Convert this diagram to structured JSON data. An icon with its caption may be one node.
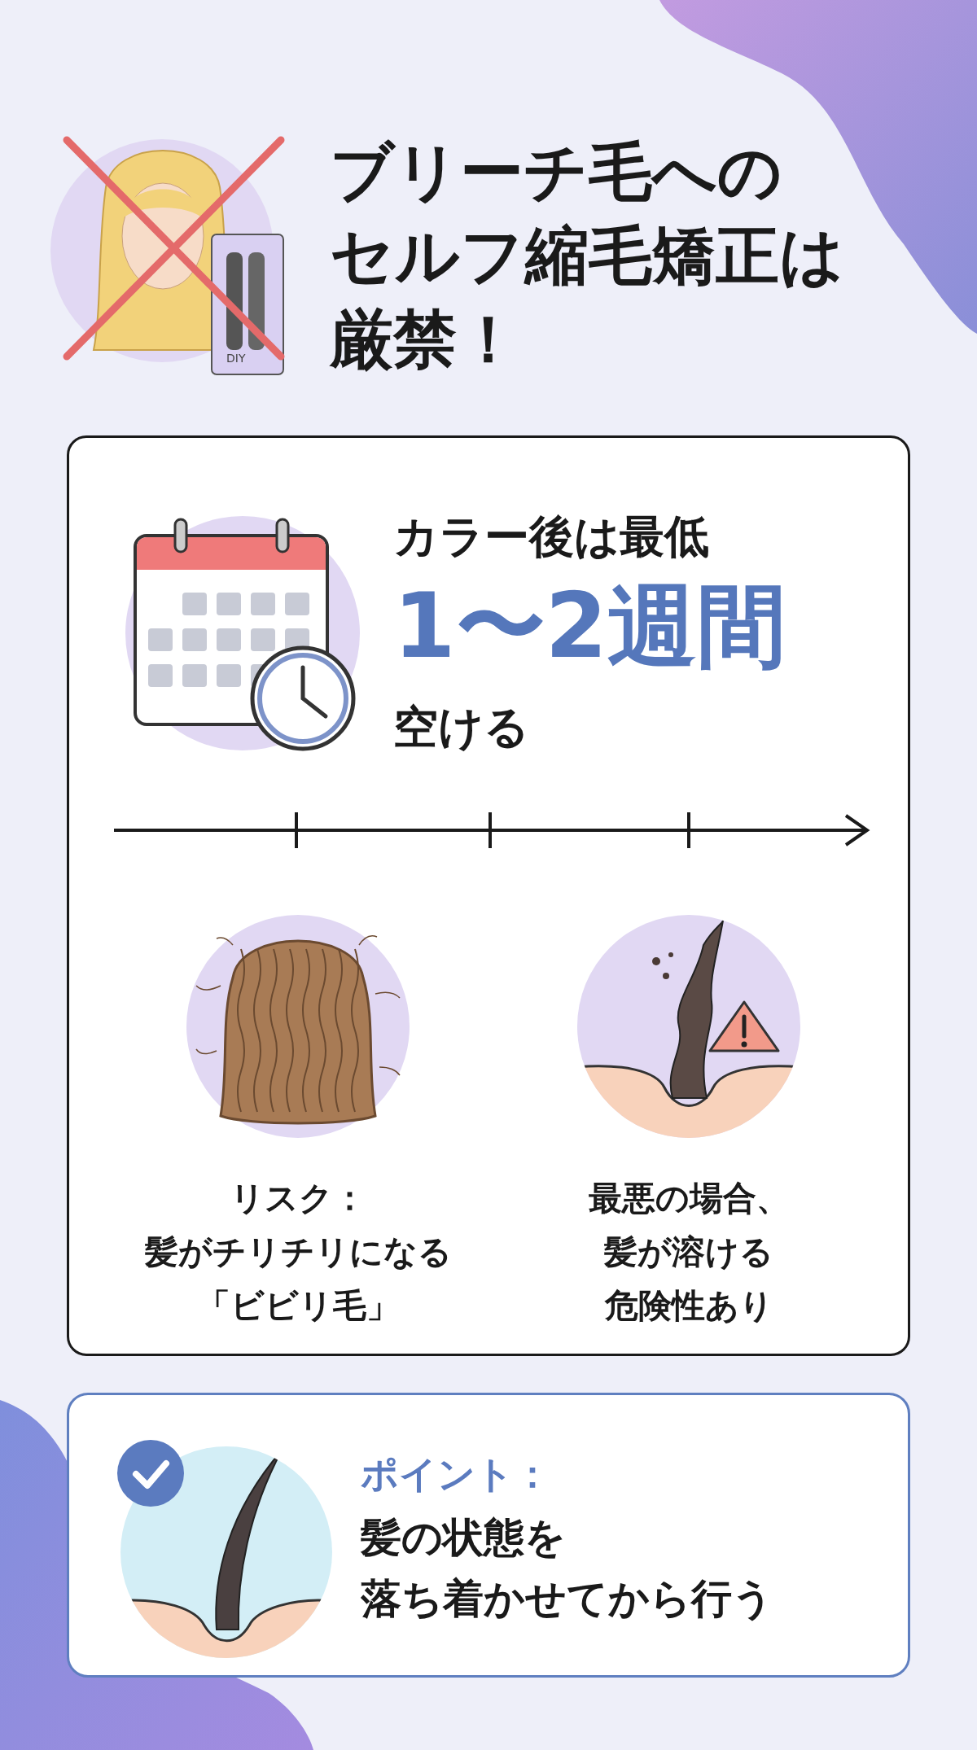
{
  "diagram": {
    "title": "ブリーチ毛へのセルフ縮毛矯正は厳禁！",
    "nodes": [
      {
        "text": [
          "カラー後は最低",
          "1〜2週間",
          "空ける"
        ]
      },
      {
        "text": [
          "リスク：髪がチリチリになる「ビビリ毛」"
        ],
        "in": 0
      },
      {
        "text": [
          "最悪の場合、髪が溶ける危険性あり"
        ],
        "in": 0
      },
      {
        "text": [
          "ポイント：",
          "髪の状態を落ち着かせてから行う"
        ]
      }
    ],
    "edges": [],
    "labels": [
      "DIY"
    ]
  }
}
